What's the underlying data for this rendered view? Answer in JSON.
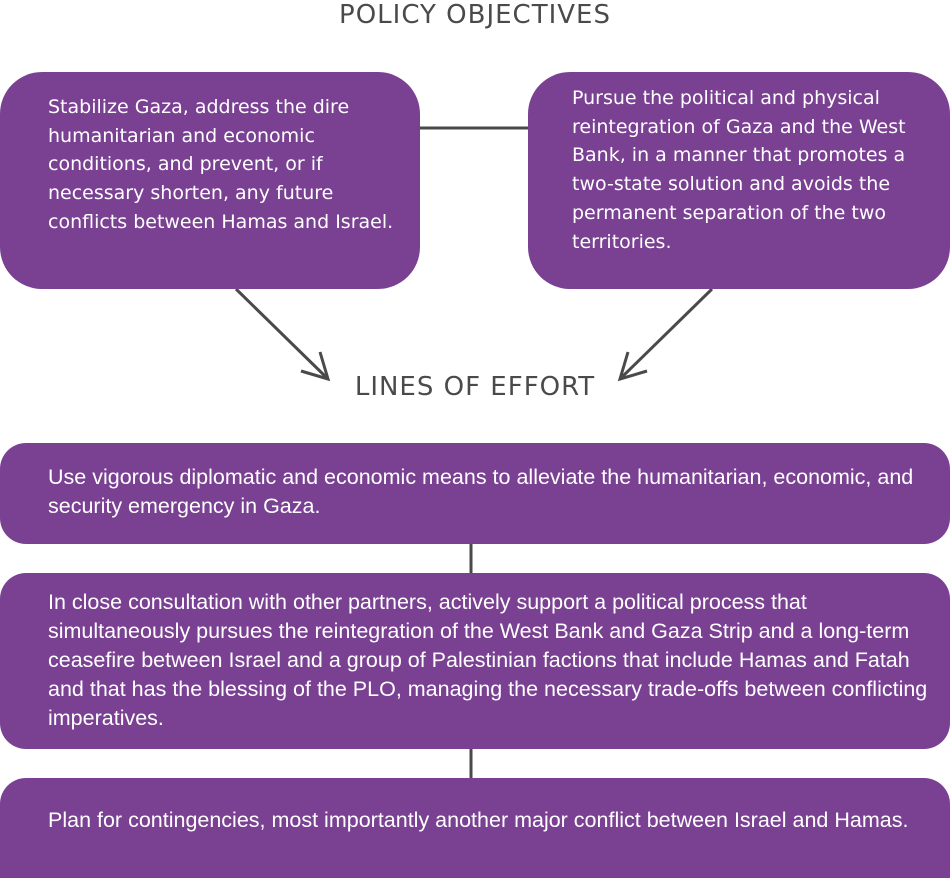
{
  "diagram": {
    "policy_objectives_heading": "POLICY OBJECTIVES",
    "lines_of_effort_heading": "LINES OF EFFORT",
    "policy_objectives": [
      {
        "text": "Stabilize Gaza, address the dire humanitarian and economic conditions, and prevent, or if necessary shorten, any future conflicts between Hamas and Israel."
      },
      {
        "text": "Pursue the political and physical reintegration of Gaza and the West Bank, in a manner that promotes a two-state solution and avoids the permanent separation of the two territories."
      }
    ],
    "lines_of_effort": [
      {
        "text": "Use vigorous diplomatic and economic means to alleviate the humanitarian, economic, and security emergency in Gaza."
      },
      {
        "text": "In close consultation with other partners, actively support a political process that simultaneously pursues the reintegration of the West Bank and Gaza Strip and a long-term ceasefire between Israel and a group of Palestinian factions that include Hamas and Fatah and that has the blessing of the PLO, managing the necessary trade-offs between conflicting imperatives."
      },
      {
        "text": "Plan for contingencies, most importantly another major conflict between Israel and Hamas."
      }
    ],
    "colors": {
      "box_fill": "#7a4193",
      "box_text": "#ffffff",
      "heading_text": "#4a4a4a",
      "connector": "#4a4a4a"
    }
  }
}
